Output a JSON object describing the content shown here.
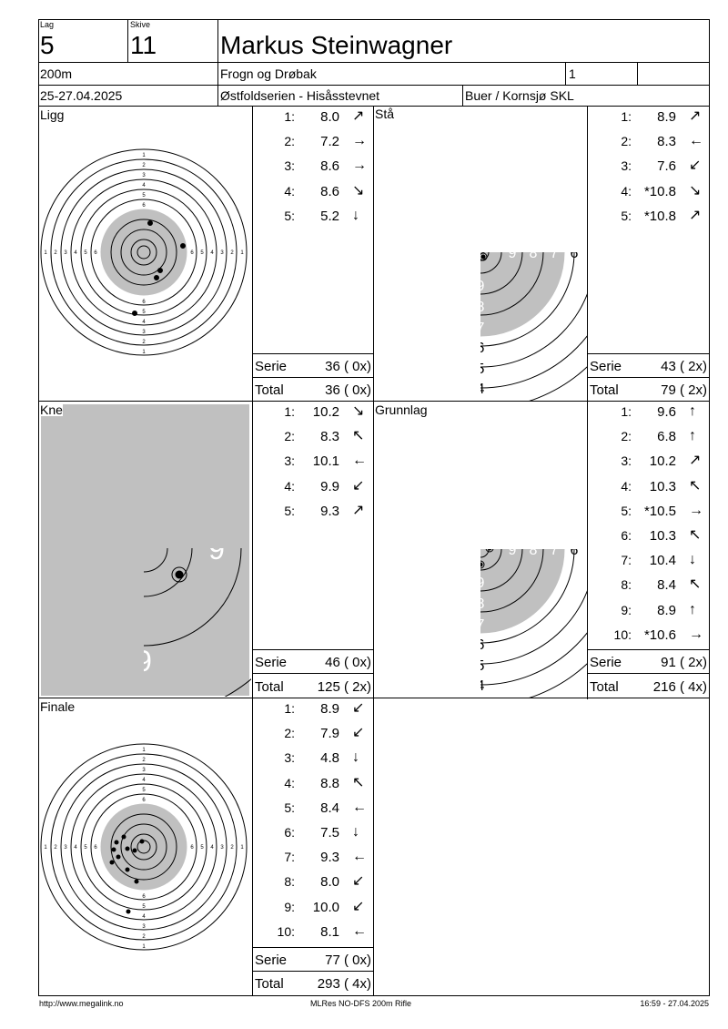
{
  "header": {
    "lag_label": "Lag",
    "lag_value": "5",
    "skive_label": "Skive",
    "skive_value": "11",
    "name": "Markus Steinwagner",
    "distance": "200m",
    "club": "Frogn og Drøbak",
    "class": "1",
    "date": "25-27.04.2025",
    "event": "Østfoldserien - Hisåsstevnet",
    "location": "Buer / Kornsjø SKL"
  },
  "stages": {
    "ligg": {
      "title": "Ligg",
      "shots": [
        {
          "no": "1:",
          "score": "8.0",
          "dir": "↗"
        },
        {
          "no": "2:",
          "score": "7.2",
          "dir": "→"
        },
        {
          "no": "3:",
          "score": "8.6",
          "dir": "→"
        },
        {
          "no": "4:",
          "score": "8.6",
          "dir": "↘"
        },
        {
          "no": "5:",
          "score": "5.2",
          "dir": "↓"
        }
      ],
      "serie_label": "Serie",
      "serie": "36 ( 0x)",
      "total_label": "Total",
      "total": "36 ( 0x)"
    },
    "sta": {
      "title": "Stå",
      "shots": [
        {
          "no": "1:",
          "score": "8.9",
          "dir": "↗"
        },
        {
          "no": "2:",
          "score": "8.3",
          "dir": "←"
        },
        {
          "no": "3:",
          "score": "7.6",
          "dir": "↙"
        },
        {
          "no": "4:",
          "score": "*10.8",
          "dir": "↘"
        },
        {
          "no": "5:",
          "score": "*10.8",
          "dir": "↗"
        }
      ],
      "serie_label": "Serie",
      "serie": "43 ( 2x)",
      "total_label": "Total",
      "total": "79 ( 2x)"
    },
    "kne": {
      "title": "Kne",
      "shots": [
        {
          "no": "1:",
          "score": "10.2",
          "dir": "↘"
        },
        {
          "no": "2:",
          "score": "8.3",
          "dir": "↖"
        },
        {
          "no": "3:",
          "score": "10.1",
          "dir": "←"
        },
        {
          "no": "4:",
          "score": "9.9",
          "dir": "↙"
        },
        {
          "no": "5:",
          "score": "9.3",
          "dir": "↗"
        }
      ],
      "serie_label": "Serie",
      "serie": "46 ( 0x)",
      "total_label": "Total",
      "total": "125 ( 2x)"
    },
    "grunnlag": {
      "title": "Grunnlag",
      "shots": [
        {
          "no": "1:",
          "score": "9.6",
          "dir": "↑"
        },
        {
          "no": "2:",
          "score": "6.8",
          "dir": "↑"
        },
        {
          "no": "3:",
          "score": "10.2",
          "dir": "↗"
        },
        {
          "no": "4:",
          "score": "10.3",
          "dir": "↖"
        },
        {
          "no": "5:",
          "score": "*10.5",
          "dir": "→"
        },
        {
          "no": "6:",
          "score": "10.3",
          "dir": "↖"
        },
        {
          "no": "7:",
          "score": "10.4",
          "dir": "↓"
        },
        {
          "no": "8:",
          "score": "8.4",
          "dir": "↖"
        },
        {
          "no": "9:",
          "score": "8.9",
          "dir": "↑"
        },
        {
          "no": "10:",
          "score": "*10.6",
          "dir": "→"
        }
      ],
      "serie_label": "Serie",
      "serie": "91 ( 2x)",
      "total_label": "Total",
      "total": "216 ( 4x)"
    },
    "finale": {
      "title": "Finale",
      "shots": [
        {
          "no": "1:",
          "score": "8.9",
          "dir": "↙"
        },
        {
          "no": "2:",
          "score": "7.9",
          "dir": "↙"
        },
        {
          "no": "3:",
          "score": "4.8",
          "dir": "↓"
        },
        {
          "no": "4:",
          "score": "8.8",
          "dir": "↖"
        },
        {
          "no": "5:",
          "score": "8.4",
          "dir": "←"
        },
        {
          "no": "6:",
          "score": "7.5",
          "dir": "↓"
        },
        {
          "no": "7:",
          "score": "9.3",
          "dir": "←"
        },
        {
          "no": "8:",
          "score": "8.0",
          "dir": "↙"
        },
        {
          "no": "9:",
          "score": "10.0",
          "dir": "↙"
        },
        {
          "no": "10:",
          "score": "8.1",
          "dir": "←"
        }
      ],
      "serie_label": "Serie",
      "serie": "77 ( 0x)",
      "total_label": "Total",
      "total": "293 ( 4x)"
    }
  },
  "footer": {
    "left": "http://www.megalink.no",
    "center": "MLRes NO-DFS 200m Rifle",
    "right": "16:59 - 27.04.2025"
  },
  "colors": {
    "black_ring": "#c0c0c0",
    "line": "#000000",
    "paper": "#ffffff"
  }
}
